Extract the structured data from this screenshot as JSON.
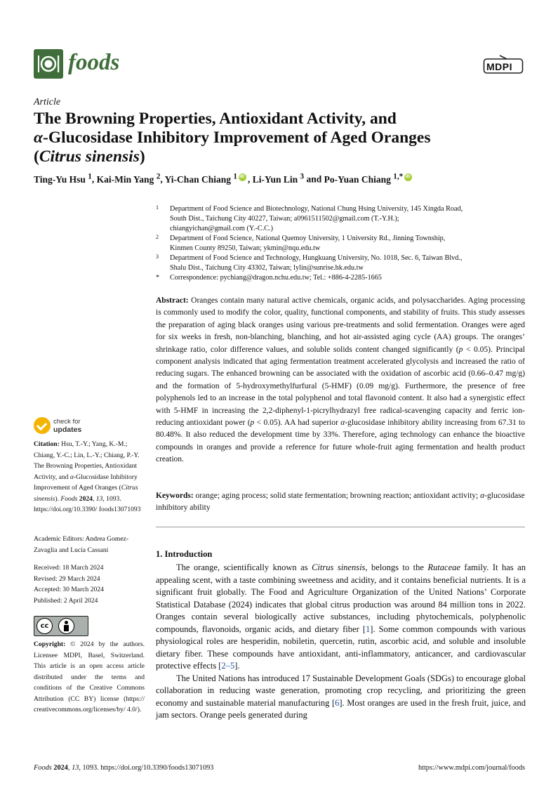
{
  "header": {
    "journal": "foods",
    "publisher": "MDPI"
  },
  "article_type": "Article",
  "title_parts": {
    "line1": "The Browning Properties, Antioxidant Activity, and",
    "alpha": "α",
    "line2": "-Glucosidase Inhibitory Improvement of Aged Oranges",
    "paren_open": "(",
    "species": "Citrus sinensis",
    "paren_close": ")"
  },
  "authors": [
    {
      "name": "Ting-Yu Hsu",
      "sup": "1",
      "sep": ", "
    },
    {
      "name": "Kai-Min Yang",
      "sup": "2",
      "sep": ", "
    },
    {
      "name": "Yi-Chan Chiang",
      "sup": "1",
      "sep": ", "
    },
    {
      "name": "Li-Yun Lin",
      "sup": "3",
      "sep": " and "
    },
    {
      "name": "Po-Yuan Chiang",
      "sup": "1,*",
      "sep": ""
    }
  ],
  "affiliations": [
    {
      "num": "1",
      "line1": "Department of Food Science and Biotechnology, National Chung Hsing University, 145 Xingda Road,",
      "line2": "South Dist., Taichung City 40227, Taiwan; a0961511502@gmail.com (T.-Y.H.);",
      "line3": "chiangyichan@gmail.com (Y.-C.C.)"
    },
    {
      "num": "2",
      "line1": "Department of Food Science, National Quemoy University, 1 University Rd., Jinning Township,",
      "line2": "Kinmen County 89250, Taiwan; ykmin@nqu.edu.tw",
      "line3": ""
    },
    {
      "num": "3",
      "line1": "Department of Food Science and Technology, Hungkuang University, No. 1018, Sec. 6, Taiwan Blvd.,",
      "line2": "Shalu Dist., Taichung City 43302, Taiwan; lylin@sunrise.hk.edu.tw",
      "line3": ""
    }
  ],
  "correspondence": {
    "mark": "*",
    "text": "Correspondence: pychiang@dragon.nchu.edu.tw; Tel.: +886-4-2285-1665"
  },
  "abstract": {
    "label": "Abstract:",
    "t1": " Oranges contain many natural active chemicals, organic acids, and polysaccharides. Aging processing is commonly used to modify the color, quality, functional components, and stability of fruits. This study assesses the preparation of aging black oranges using various pre-treatments and solid fermentation. Oranges were aged for six weeks in fresh, non-blanching, blanching, and hot air-assisted aging cycle (AA) groups. The oranges’ shrinkage ratio, color difference values, and soluble solids content changed significantly (",
    "p1": "p",
    "t2": " < 0.05). Principal component analysis indicated that aging fermentation treatment accelerated glycolysis and increased the ratio of reducing sugars. The enhanced browning can be associated with the oxidation of ascorbic acid (0.66–0.47 mg/g) and the formation of 5-hydroxymethylfurfural (5-HMF) (0.09 mg/g). Furthermore, the presence of free polyphenols led to an increase in the total polyphenol and total flavonoid content. It also had a synergistic effect with 5-HMF in increasing the 2,2-diphenyl-1-picrylhydrazyl free radical-scavenging capacity and ferric ion-reducing antioxidant power (",
    "p2": "p",
    "t3": " < 0.05). AA had superior ",
    "alpha": "α",
    "t4": "-glucosidase inhibitory ability increasing from 67.31 to 80.48%. It also reduced the development time by 33%. Therefore, aging technology can enhance the bioactive compounds in oranges and provide a reference for future whole-fruit aging fermentation and health product creation."
  },
  "keywords": {
    "label": "Keywords:",
    "t1": " orange; aging process; solid state fermentation; browning reaction; antioxidant activity; ",
    "alpha": "α",
    "t2": "-glucosidase inhibitory ability"
  },
  "intro": {
    "heading": "1. Introduction",
    "p1a": "The orange, scientifically known as ",
    "p1_species": "Citrus sinensis",
    "p1b": ", belongs to the ",
    "p1_family": "Rutaceae",
    "p1c": " family. It has an appealing scent, with a taste combining sweetness and acidity, and it contains beneficial nutrients. It is a significant fruit globally. The Food and Agriculture Organization of the United Nations’ Corporate Statistical Database (2024) indicates that global citrus production was around 84 million tons in 2022. Oranges contain several biologically active substances, including phytochemicals, polyphenolic compounds, flavonoids, organic acids, and dietary fiber [",
    "ref1": "1",
    "p1d": "]. Some common compounds with various physiological roles are hesperidin, nobiletin, quercetin, rutin, ascorbic acid, and soluble and insoluble dietary fiber. These compounds have antioxidant, anti-inflammatory, anticancer, and cardiovascular protective effects [",
    "ref2": "2–5",
    "p1e": "].",
    "p2a": "The United Nations has introduced 17 Sustainable Development Goals (SDGs) to encourage global collaboration in reducing waste generation, promoting crop recycling, and prioritizing the green economy and sustainable material manufacturing [",
    "ref3": "6",
    "p2b": "]. Most oranges are used in the fresh fruit, juice, and jam sectors. Orange peels generated during"
  },
  "sidebar": {
    "check1": "check for",
    "check2": "updates",
    "citation_label": "Citation:",
    "citation_a": " Hsu, T.-Y.; Yang, K.-M.; Chiang, Y.-C.; Lin, L.-Y.; Chiang, P.-Y. The Browning Properties, Antioxidant Activity, and ",
    "citation_alpha": "α",
    "citation_b": "-Glucosidase Inhibitory Improvement of Aged Oranges (",
    "citation_species": "Citrus sinensis",
    "citation_c": "). ",
    "citation_journal": "Foods",
    "citation_year": " 2024",
    "citation_d": ", ",
    "citation_vol": "13",
    "citation_e": ", 1093. https://doi.org/10.3390/ foods13071093",
    "editors": "Academic Editors: Andrea Gomez-Zavaglia and Lucía Cassani",
    "received": "Received: 18 March 2024",
    "revised": "Revised: 29 March 2024",
    "accepted": "Accepted: 30 March 2024",
    "published": "Published: 2 April 2024",
    "cc_text": "cc",
    "copyright_label": "Copyright:",
    "copyright_text": " © 2024 by the authors. Licensee MDPI, Basel, Switzerland. This article is an open access article distributed under the terms and conditions of the Creative Commons Attribution (CC BY) license (https:// creativecommons.org/licenses/by/ 4.0/)."
  },
  "footer": {
    "journal": "Foods",
    "year": " 2024",
    "sep": ", ",
    "vol": "13",
    "rest": ", 1093. https://doi.org/10.3390/foods13071093",
    "url": "https://www.mdpi.com/journal/foods"
  },
  "colors": {
    "journal_green": "#3f6e3a",
    "link_blue": "#1a4fa3",
    "orcid_green": "#a6ce39",
    "update_badge": "#f4b400"
  }
}
